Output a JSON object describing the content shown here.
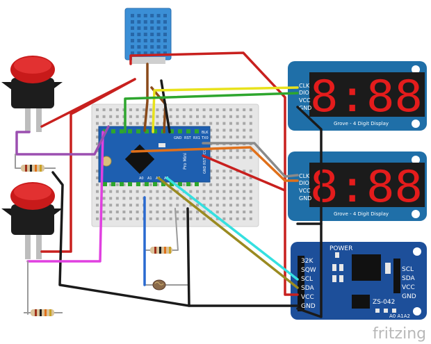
{
  "displays": {
    "top": {
      "pins": [
        "CLK",
        "DIO",
        "VCC",
        "GND"
      ],
      "digits": "8:88",
      "label": "Grove - 4 Digit Display"
    },
    "bottom": {
      "pins": [
        "CLK",
        "DIO",
        "VCC",
        "GND"
      ],
      "digits": "8:88",
      "label": "Grove - 4 Digit Display"
    }
  },
  "rtc": {
    "power_label": "POWER",
    "left_pins": [
      "32K",
      "SQW",
      "SCL",
      "SDA",
      "VCC",
      "GND"
    ],
    "right_pins": [
      "SCL",
      "SDA",
      "VCC",
      "GND"
    ],
    "model": "ZS-042",
    "address_labels": "A0 A1A2"
  },
  "arduino": {
    "top_pins": [
      "BLK",
      "GND",
      "RST",
      "RX1",
      "TX0"
    ],
    "right_labels": "GND RST VCC",
    "bottom_pins": [
      "A0",
      "A1",
      "A2",
      "A3"
    ],
    "brand": "Pro Mini"
  },
  "watermark": "fritzing",
  "colors": {
    "wire_red": "#c8201e",
    "wire_black": "#1a1a1a",
    "wire_yellow": "#e8e21c",
    "wire_green": "#2ea62e",
    "wire_orange": "#e0701a",
    "wire_grey": "#8a8a8a",
    "wire_cyan": "#35e0e0",
    "wire_olive": "#9a8a20",
    "wire_magenta": "#e040e0",
    "wire_purple": "#9b4fb0",
    "wire_brown": "#8a4a1a",
    "wire_blue": "#2a6ad0",
    "display_blue": "#1f6fa8",
    "segment_red": "#e41c1c",
    "arduino_blue": "#1e5fb0",
    "rtc_blue": "#1d4f9a",
    "button_red": "#c81a1a"
  }
}
